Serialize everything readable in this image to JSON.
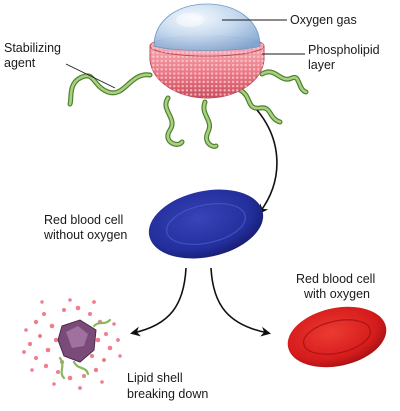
{
  "labels": {
    "oxygen_gas": "Oxygen gas",
    "phospholipid_line1": "Phospholipid",
    "phospholipid_line2": "layer",
    "stabilizing_line1": "Stabilizing",
    "stabilizing_line2": "agent",
    "rbc_without_line1": "Red blood cell",
    "rbc_without_line2": "without oxygen",
    "rbc_with_line1": "Red blood cell",
    "rbc_with_line2": "with oxygen",
    "lipid_line1": "Lipid shell",
    "lipid_line2": "breaking down"
  },
  "colors": {
    "dome": "#a9c6e6",
    "lipid_shell": "#e96a78",
    "stabilizer": "#86b85c",
    "cell_without_oxygen": "#232f9c",
    "cell_with_oxygen": "#d61c1c",
    "arrow": "#111111",
    "debris": "#7a4a78",
    "lipid_particles": "#ef7d8b"
  }
}
